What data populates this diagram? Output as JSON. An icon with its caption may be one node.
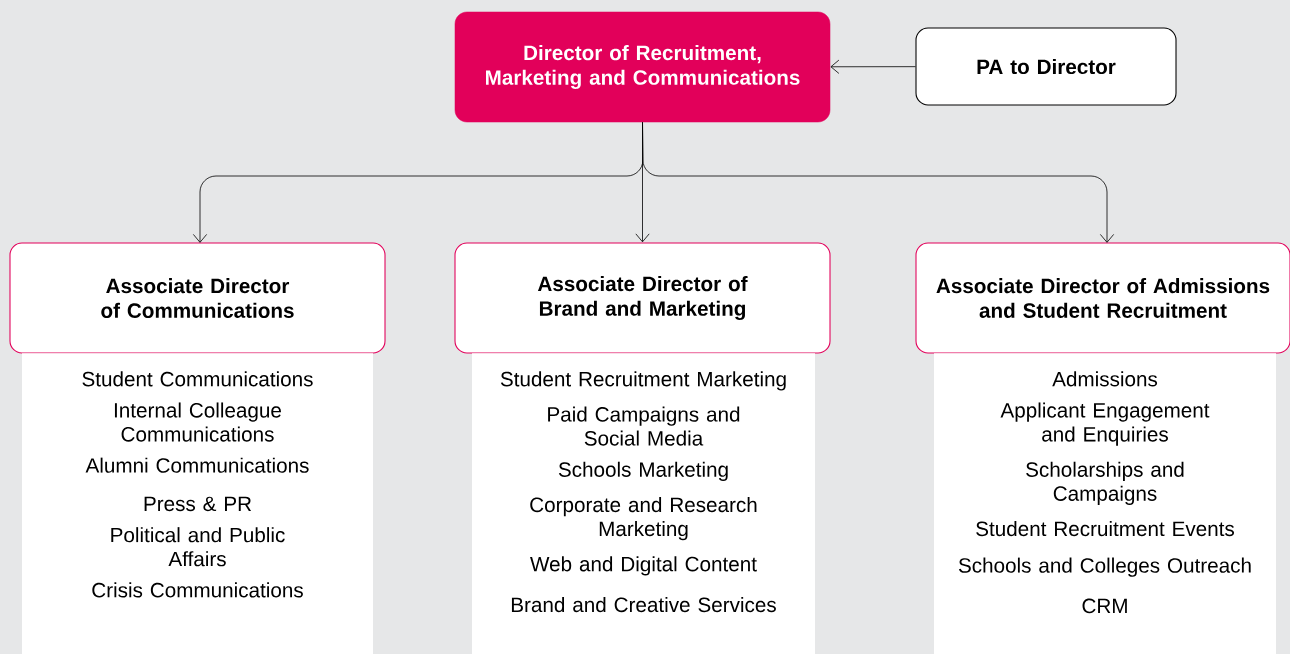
{
  "diagram": {
    "nodes": [
      {
        "text": [
          "Director of Recruitment, Marketing and Communications"
        ]
      },
      {
        "text": [
          "PA to Director"
        ]
      },
      {
        "text": [
          "Associate Director of Communications"
        ]
      },
      {
        "text": [
          "Student Communications",
          "Internal Colleague Communications",
          "Alumni Communications",
          "Press & PR",
          "Political and Public Affairs",
          "Crisis Communications"
        ]
      },
      {
        "text": [
          "Associate Director of Brand and Marketing"
        ]
      },
      {
        "text": [
          "Student Recruitment Marketing",
          "Paid Campaigns and Social Media",
          "Schools Marketing",
          "Corporate and Research Marketing",
          "Web and Digital Content",
          "Brand and Creative Services"
        ]
      },
      {
        "text": [
          "Associate Director of Admissions and Student Recruitment"
        ]
      },
      {
        "text": [
          "Admissions",
          "Applicant Engagement and Enquiries",
          "Scholarships and Campaigns",
          "Student Recruitment Events",
          "Schools and Colleges Outreach",
          "CRM"
        ]
      }
    ],
    "edges": [
      {
        "from": 1,
        "to": 0,
        "arrow": "to"
      },
      {
        "from": 0,
        "to": 2,
        "arrow": "to"
      },
      {
        "from": 0,
        "to": 4,
        "arrow": "to"
      },
      {
        "from": 0,
        "to": 6,
        "arrow": "to"
      }
    ]
  }
}
